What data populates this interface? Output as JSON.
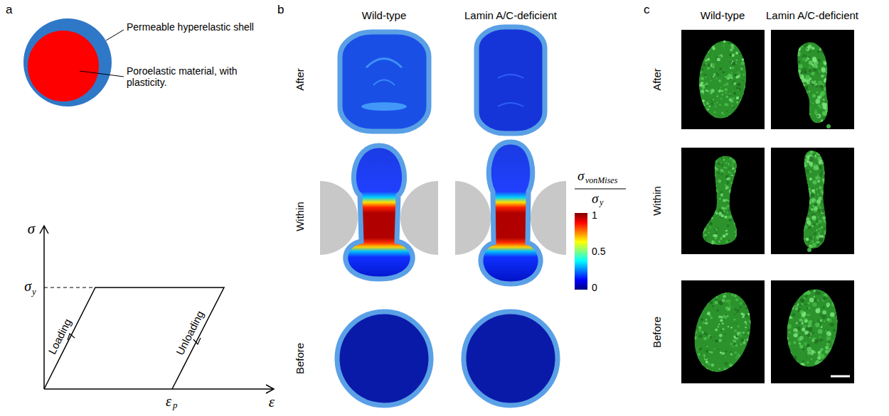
{
  "diagram": {
    "labels": [
      "a",
      "Permeable hyperelastic shell",
      "Poroelastic material, with plasticity.",
      "σ",
      "σ",
      "y",
      "Loading",
      "Unloading",
      "ε",
      "ε",
      "p",
      "b",
      "Wild-type",
      "Lamin A/C-deficient",
      "After",
      "Within",
      "Before",
      "σ",
      "vonMises",
      "σ",
      "y",
      "1",
      "0.5",
      "0",
      "c",
      "Wild-type",
      "Lamin A/C-deficient",
      "After",
      "Within",
      "Before"
    ]
  }
}
